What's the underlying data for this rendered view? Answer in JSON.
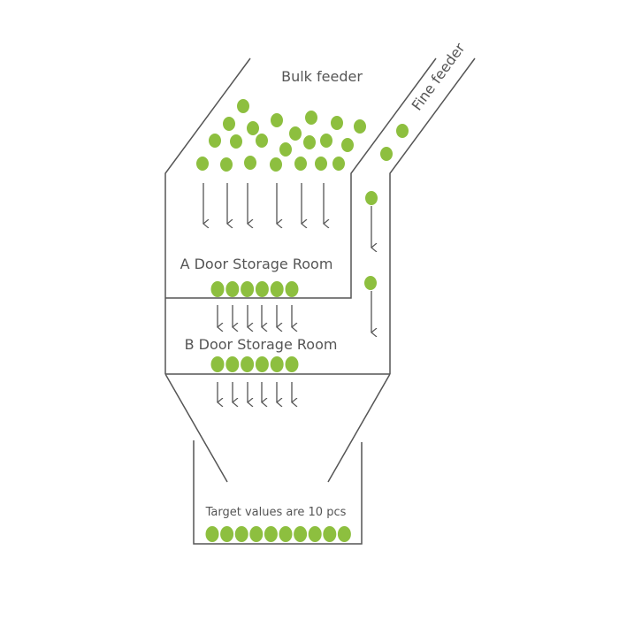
{
  "diagram": {
    "labels": {
      "bulk_feeder": "Bulk feeder",
      "fine_feeder": "Fine feeder",
      "a_room": "A Door Storage Room",
      "b_room": "B Door Storage Room",
      "target": "Target values are 10 pcs"
    },
    "colors": {
      "ball": "#8dbf3f",
      "line": "#555555",
      "text": "#555555"
    },
    "counts": {
      "a_room_balls": 6,
      "b_room_balls": 6,
      "target_balls": 10
    }
  }
}
